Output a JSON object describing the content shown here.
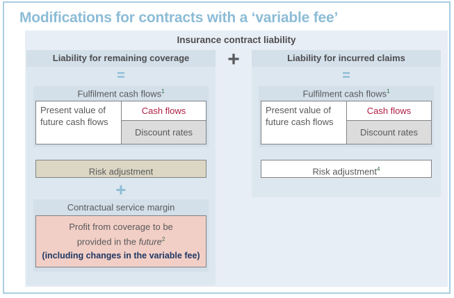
{
  "slide": {
    "title": "Modifications for contracts with a ‘variable fee’",
    "header": "Insurance contract liability",
    "operator_between_columns": "+",
    "colors": {
      "title": "#8cbcd6",
      "panel_background": "#e8eef5",
      "column_background": "#dde7ef",
      "column_header_background": "#d3dfe9",
      "cash_flows_text": "#b01e46",
      "discount_rates_background": "#dcdcdc",
      "risk_adjustment_left_background": "#dcd7c4",
      "risk_adjustment_right_background": "#ffffff",
      "csm_box_background": "#f2cfc6",
      "csm_bold_text": "#1f3864",
      "equals_sign": "#8cbcd6",
      "plus_main": "#58595b",
      "border": "#a8cde0"
    }
  },
  "left_column": {
    "header": "Liability for remaining coverage",
    "equals": "=",
    "fulfilment": {
      "label": "Fulfilment cash flows",
      "label_superscript": "1",
      "present_value": "Present value of future cash flows",
      "cash_flows": "Cash flows",
      "discount_rates": "Discount rates"
    },
    "risk_adjustment": {
      "label": "Risk adjustment",
      "superscript": ""
    },
    "plus": "+",
    "csm": {
      "label": "Contractual service margin",
      "line1": "Profit from coverage to be",
      "line2_prefix": "provided in the ",
      "line2_italic": "future",
      "line2_superscript": "2",
      "line3": "(including changes in the variable fee)"
    }
  },
  "right_column": {
    "header": "Liability for incurred claims",
    "equals": "=",
    "fulfilment": {
      "label": "Fulfilment cash flows",
      "label_superscript": "1",
      "present_value": "Present value of future cash flows",
      "cash_flows": "Cash flows",
      "discount_rates": "Discount rates"
    },
    "risk_adjustment": {
      "label": "Risk adjustment",
      "superscript": "4"
    }
  }
}
